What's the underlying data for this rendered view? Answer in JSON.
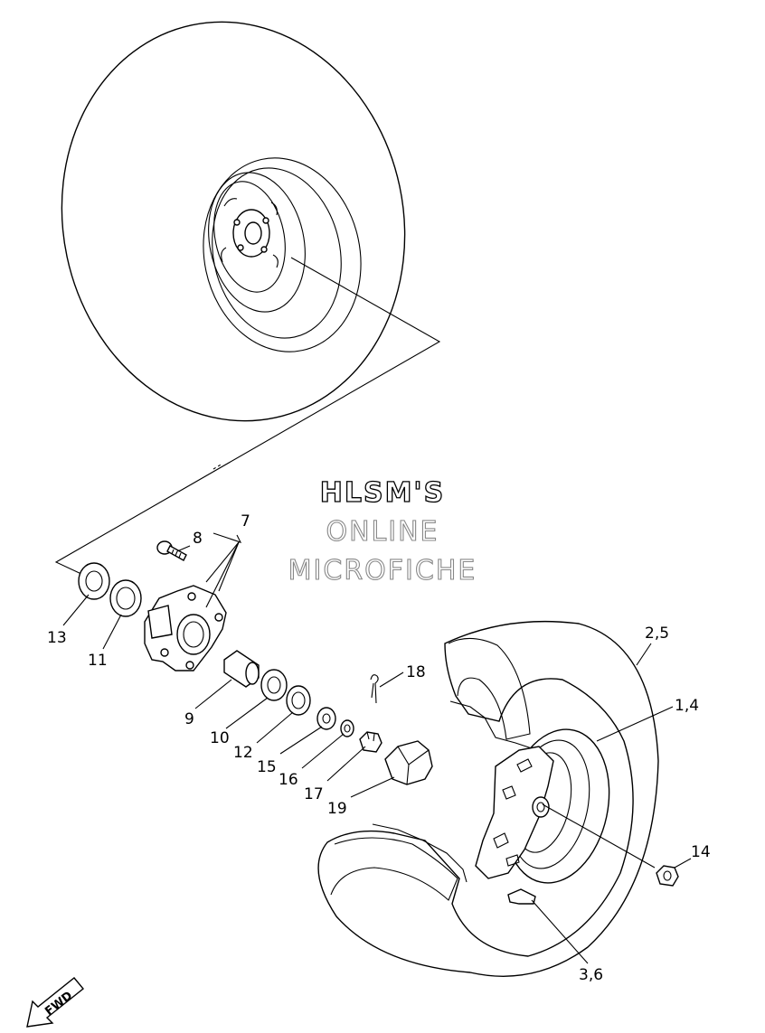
{
  "watermark": {
    "line1": "HLSM'S",
    "line2": "ONLINE",
    "line3": "MICROFICHE"
  },
  "callouts": {
    "c1": "1,4",
    "c2": "2,5",
    "c3": "3,6",
    "c7": "7",
    "c8": "8",
    "c9": "9",
    "c10": "10",
    "c11": "11",
    "c12": "12",
    "c13": "13",
    "c14": "14",
    "c15": "15",
    "c16": "16",
    "c17": "17",
    "c18": "18",
    "c19": "19"
  },
  "fwd_label": "FWD"
}
